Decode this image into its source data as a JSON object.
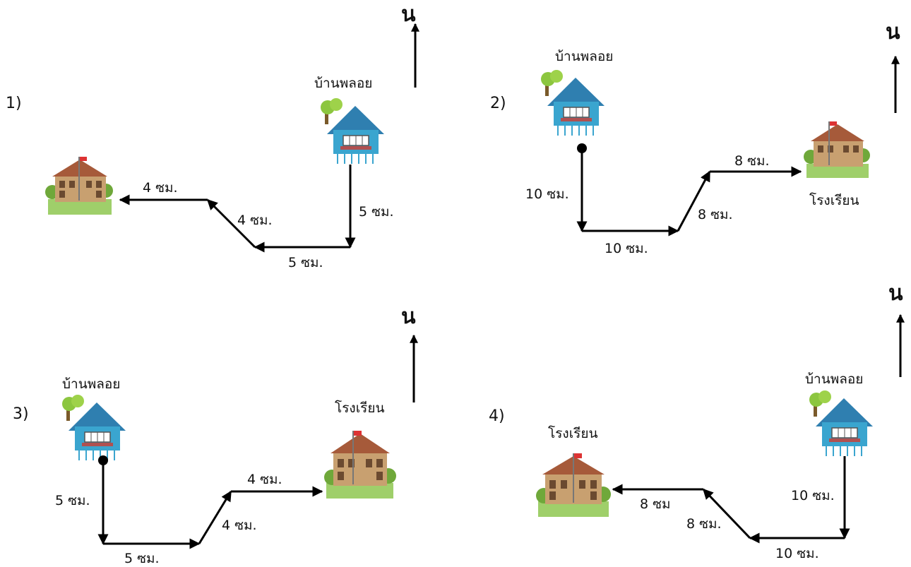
{
  "labels": {
    "house": "บ้านพลอย",
    "school": "โรงเรียน",
    "north": "น"
  },
  "options": [
    {
      "number": "1)",
      "show_school_label": false,
      "segments": [
        {
          "dir": "S",
          "length_label": "5 ซม."
        },
        {
          "dir": "W",
          "length_label": "5 ซม."
        },
        {
          "dir": "NW",
          "length_label": "4 ซม."
        },
        {
          "dir": "W",
          "length_label": "4 ซม."
        }
      ]
    },
    {
      "number": "2)",
      "show_school_label": true,
      "segments": [
        {
          "dir": "S",
          "length_label": "10 ซม."
        },
        {
          "dir": "E",
          "length_label": "10 ซม."
        },
        {
          "dir": "NE",
          "length_label": "8 ซม."
        },
        {
          "dir": "E",
          "length_label": "8 ซม."
        }
      ]
    },
    {
      "number": "3)",
      "show_school_label": true,
      "segments": [
        {
          "dir": "S",
          "length_label": "5 ซม."
        },
        {
          "dir": "E",
          "length_label": "5 ซม."
        },
        {
          "dir": "NE",
          "length_label": "4 ซม."
        },
        {
          "dir": "E",
          "length_label": "4 ซม."
        }
      ]
    },
    {
      "number": "4)",
      "show_school_label": true,
      "segments": [
        {
          "dir": "S",
          "length_label": "10 ซม."
        },
        {
          "dir": "W",
          "length_label": "10 ซม."
        },
        {
          "dir": "NW",
          "length_label": "8 ซม."
        },
        {
          "dir": "W",
          "length_label": "8 ซม"
        }
      ]
    }
  ],
  "colors": {
    "house_wall": "#3aa5cf",
    "house_roof": "#2f7fb0",
    "tree": "#8cc63f",
    "school_wall": "#c8a070",
    "school_roof": "#a65a3a",
    "arrow": "#000000"
  }
}
